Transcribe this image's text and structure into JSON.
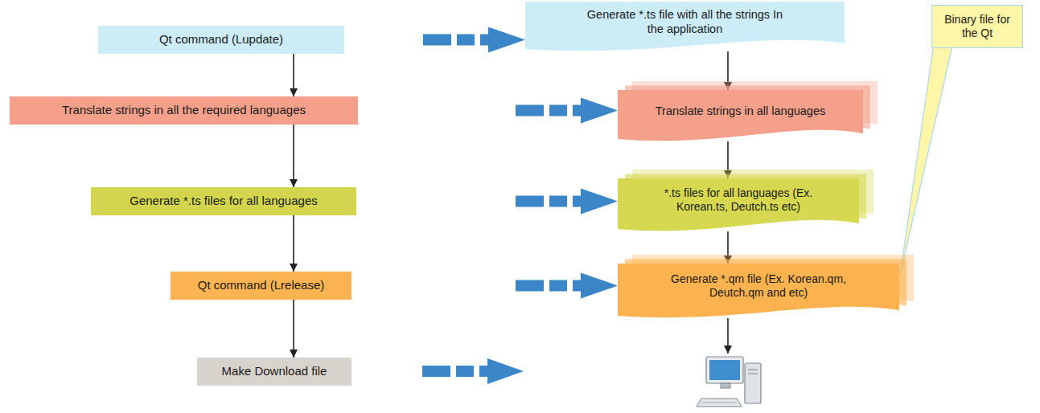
{
  "diagram": {
    "nodes": [
      {
        "text": [
          "Qt command (Lupdate)"
        ]
      },
      {
        "text": [
          "Translate strings in all the required languages"
        ]
      },
      {
        "text": [
          "Generate *.ts files for all languages"
        ]
      },
      {
        "text": [
          "Qt command (Lrelease)"
        ]
      },
      {
        "text": [
          "Make Download file"
        ]
      },
      {
        "text": [
          "Generate *.ts file with all the strings In the application"
        ]
      },
      {
        "text": [
          "Translate strings in all languages"
        ]
      },
      {
        "text": [
          "*.ts files for all languages (Ex. Korean.ts, Deutch.ts etc)"
        ]
      },
      {
        "text": [
          "Generate *.qm file (Ex. Korean.qm, Deutch.qm and etc)"
        ]
      },
      {
        "text": [
          "Binary file for the Qt"
        ]
      }
    ],
    "edges": [
      {
        "from": 0,
        "to": 1,
        "arrow": "to"
      },
      {
        "from": 1,
        "to": 2,
        "arrow": "to"
      },
      {
        "from": 2,
        "to": 3,
        "arrow": "to"
      },
      {
        "from": 3,
        "to": 4,
        "arrow": "to"
      },
      {
        "from": 5,
        "to": 6,
        "arrow": "to"
      },
      {
        "from": 6,
        "to": 7,
        "arrow": "to"
      },
      {
        "from": 7,
        "to": 8,
        "arrow": "to"
      },
      {
        "from": 0,
        "to": 5,
        "arrow": "to"
      },
      {
        "from": 1,
        "to": 6,
        "arrow": "to"
      },
      {
        "from": 2,
        "to": 7,
        "arrow": "to"
      },
      {
        "from": 3,
        "to": 8,
        "arrow": "to"
      }
    ]
  }
}
